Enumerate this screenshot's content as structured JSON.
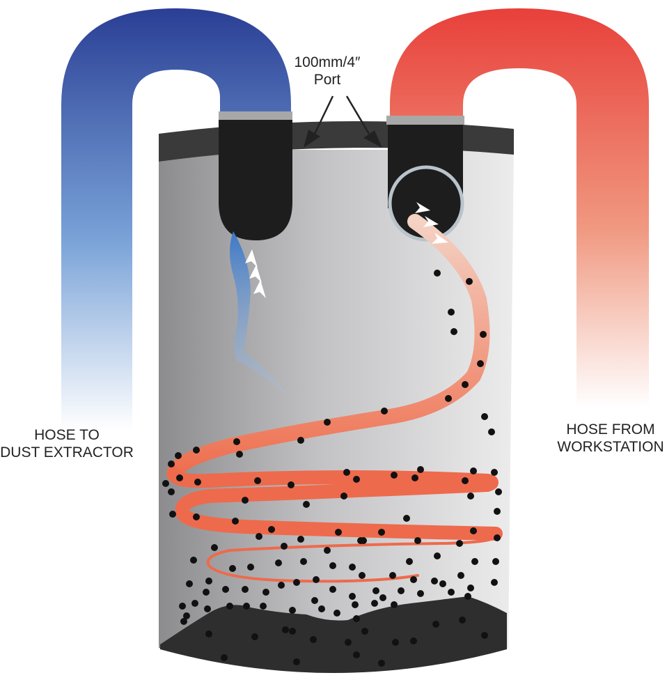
{
  "labels": {
    "port": [
      "100mm/4″",
      "Port"
    ],
    "extractor": [
      "HOSE TO",
      "DUST EXTRACTOR"
    ],
    "workstation": [
      "HOSE FROM",
      "WORKSTATION"
    ]
  },
  "colors": {
    "outlet_hose_top": "#2a3f95",
    "outlet_hose_bottom": "#ffffff",
    "inlet_hose_top": "#e8403a",
    "inlet_hose_bottom": "#ffffff",
    "drum_dark": "#8a8a8c",
    "drum_light": "#e9e9ea",
    "lid": "#3a3a3a",
    "port_body": "#1d1d1d",
    "port_collar": "#a8a8a8",
    "cyclone_flow": "#ee6a4c",
    "clean_air_flow": "#5a8fcf",
    "dust": "#111111",
    "dust_pile": "#2e2e2e"
  },
  "icons": {
    "airflow_arrow": "chevron-arrow-icon",
    "pointer_arrow": "triangle-pointer-icon"
  }
}
